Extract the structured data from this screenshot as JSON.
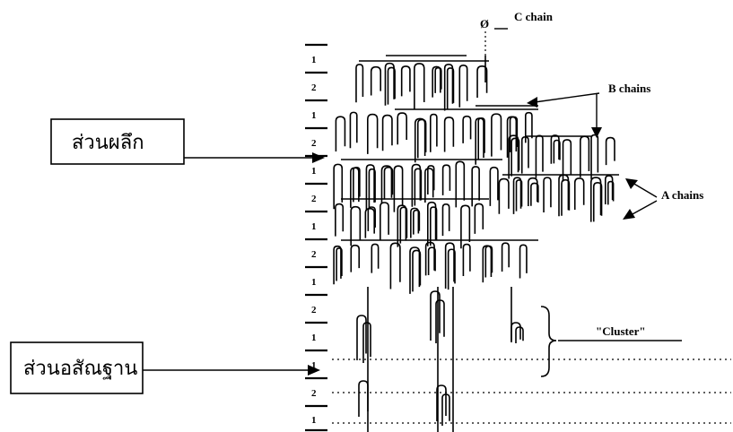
{
  "labels": {
    "crystalline_box": "ส่วนผลึก",
    "amorphous_box": "ส่วนอสัณฐาน",
    "c_chain_symbol": "Ø",
    "c_chain": "C chain",
    "b_chains": "B chains",
    "a_chains": "A chains",
    "cluster": "\"Cluster\""
  },
  "layers": [
    "1",
    "2",
    "1",
    "2",
    "1",
    "2",
    "1",
    "2",
    "1",
    "2",
    "1"
  ]
}
